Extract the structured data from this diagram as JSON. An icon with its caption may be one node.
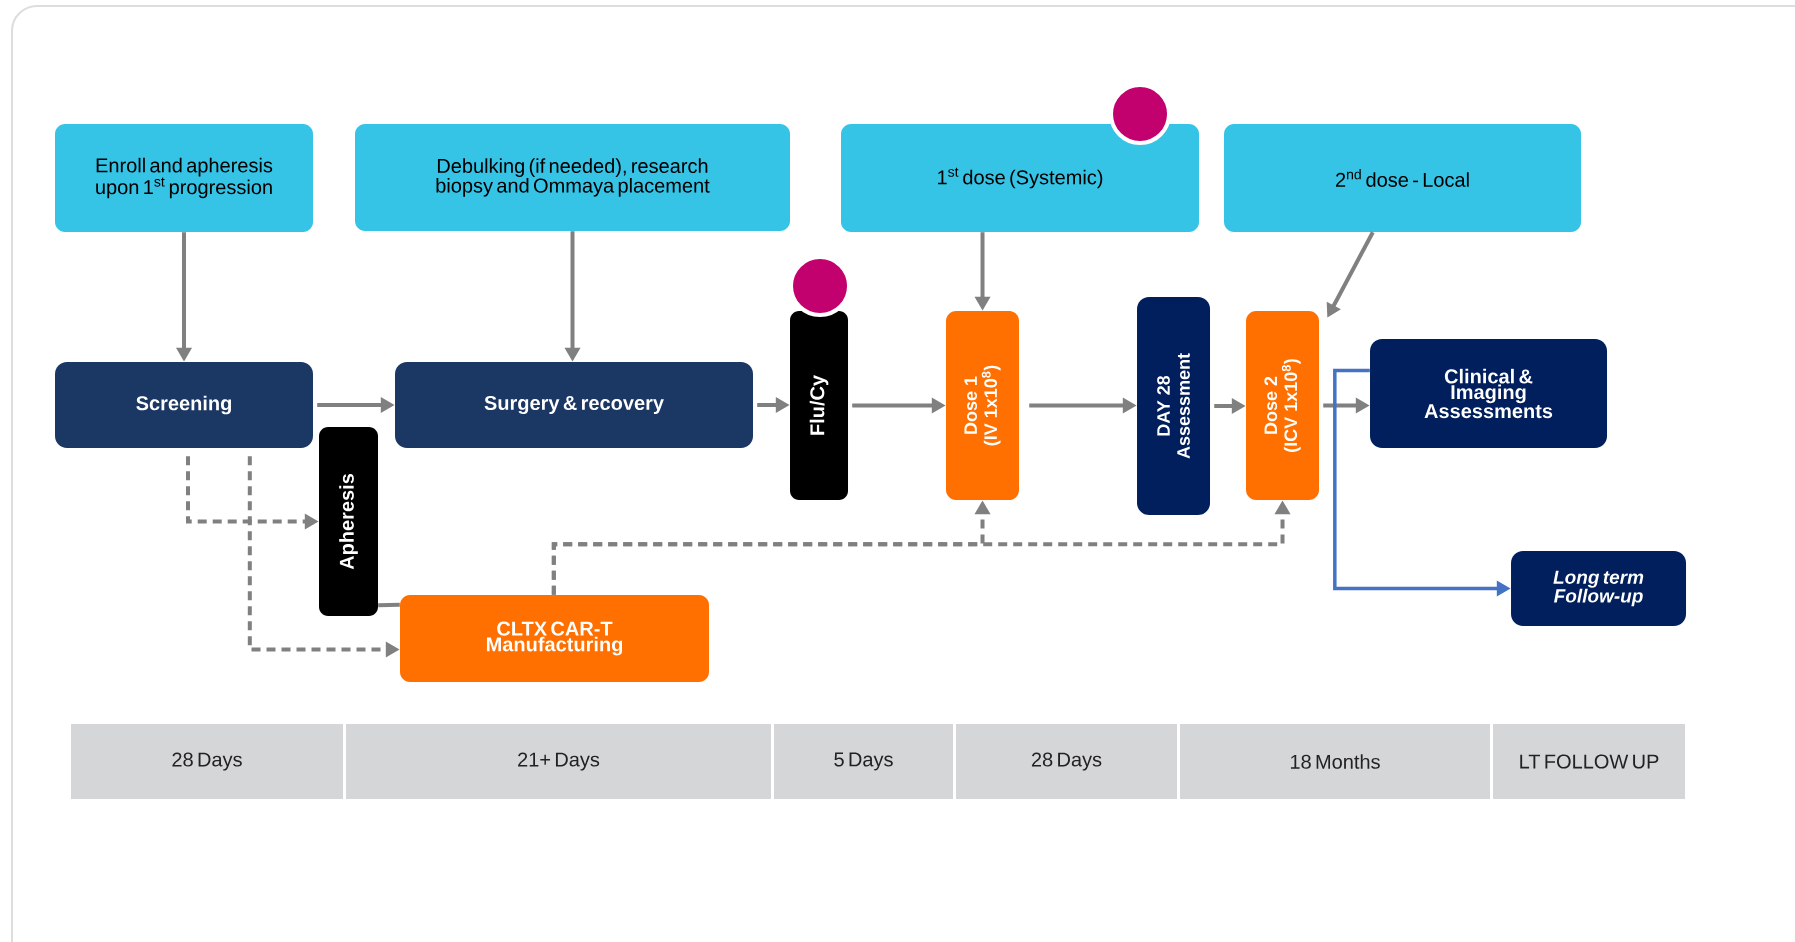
{
  "diagram": {
    "nodes": [
      {
        "text": [
          "Enroll and apheresis upon 1$^{st}$ progression"
        ]
      },
      {
        "text": [
          "Debulking (if needed), research biopsy and Ommaya placement"
        ]
      },
      {
        "text": [
          "1$^{st}$ dose (Systemic)"
        ]
      },
      {
        "text": [
          "2$^{nd}$ dose - Local"
        ]
      },
      {
        "text": [
          "Screening"
        ]
      },
      {
        "text": [
          "Apheresis"
        ]
      },
      {
        "text": [
          "Surgery & recovery"
        ]
      },
      {
        "text": [
          "Flu/Cy"
        ]
      },
      {
        "text": [
          "Dose 1 (IV 1x10$^{8}$)"
        ]
      },
      {
        "text": [
          "DAY 28 Assessment"
        ]
      },
      {
        "text": [
          "Dose 2 (ICV 1x10$^{8}$)"
        ]
      },
      {
        "text": [
          "Clinical & Imaging Assessments"
        ]
      },
      {
        "text": [
          "CLTX CAR-T Manufacturing"
        ]
      },
      {
        "text": [
          "Long term Follow-up"
        ]
      },
      {
        "text": [
          "28 Days"
        ]
      },
      {
        "text": [
          "21+ Days"
        ]
      },
      {
        "text": [
          "5 Days"
        ]
      },
      {
        "text": [
          "28 Days"
        ]
      },
      {
        "text": [
          "18 Months"
        ]
      },
      {
        "text": [
          "LT FOLLOW UP"
        ]
      }
    ],
    "edges": [
      {
        "from": 0,
        "to": 4,
        "arrow": "to"
      },
      {
        "from": 1,
        "to": 6,
        "arrow": "to"
      },
      {
        "from": 2,
        "to": 8,
        "arrow": "to"
      },
      {
        "from": 3,
        "to": 10,
        "arrow": "to"
      },
      {
        "from": 4,
        "to": 6,
        "arrow": "to"
      },
      {
        "from": 6,
        "to": 7,
        "arrow": "to"
      },
      {
        "from": 7,
        "to": 8,
        "arrow": "to"
      },
      {
        "from": 8,
        "to": 9,
        "arrow": "to"
      },
      {
        "from": 9,
        "to": 10,
        "arrow": "to"
      },
      {
        "from": 10,
        "to": 11,
        "arrow": "to"
      },
      {
        "from": 4,
        "to": 5,
        "arrow": "to",
        "style": "dashed"
      },
      {
        "from": 4,
        "to": 12,
        "arrow": "to",
        "style": "dashed"
      },
      {
        "from": 5,
        "to": 12,
        "arrow": "none"
      },
      {
        "from": 12,
        "to": 8,
        "arrow": "to",
        "style": "dashed"
      },
      {
        "from": 12,
        "to": 10,
        "arrow": "to",
        "style": "dashed"
      },
      {
        "from": 11,
        "to": 13,
        "arrow": "to",
        "color": "#4472c4"
      }
    ]
  }
}
